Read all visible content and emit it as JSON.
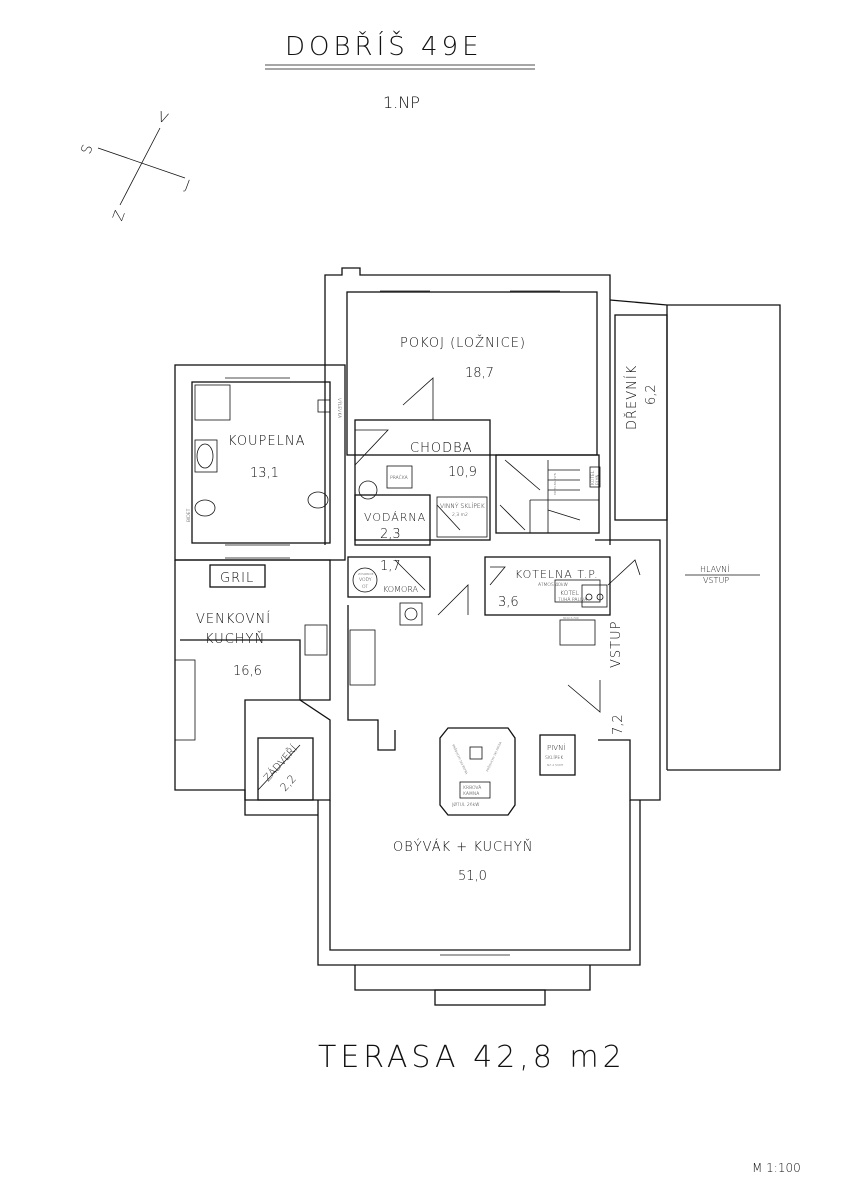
{
  "header": {
    "title": "DOBŘÍŠ 49E",
    "floor": "1.NP"
  },
  "compass": {
    "s": "S",
    "v": "V",
    "j": "J",
    "z": "Z"
  },
  "rooms": {
    "bedroom": {
      "name": "POKOJ (LOŽNICE)",
      "area": "18,7"
    },
    "bathroom": {
      "name": "KOUPELNA",
      "area": "13,1",
      "bidet": "BIDET",
      "sink": "VÝLEVKA"
    },
    "hallway": {
      "name": "CHODBA",
      "area": "10,9",
      "washer": "PRAČKA"
    },
    "water_room": {
      "name": "VODÁRNA",
      "area": "2,3"
    },
    "wine_cellar": {
      "name": "VINNÝ SKLÍPEK",
      "area": "2,3 m2"
    },
    "pantry": {
      "name": "KOMORA",
      "area": "1,7",
      "tank_1": "ZÁSOBNÍK",
      "tank_2": "VODY",
      "tank_3": "OT"
    },
    "boiler_room": {
      "name": "KOTELNA T.P.",
      "area": "3,6",
      "model": "ATMOS 40kW",
      "boiler_1": "KOTEL",
      "boiler_2": "TUHÁ PALIVA",
      "reg": "REGULACE"
    },
    "gas": {
      "boiler_room": "KOTELNA PLYN",
      "boiler_1": "KOTEL",
      "boiler_2": "PLYN"
    },
    "woodshed": {
      "name": "DŘEVNÍK",
      "area": "6,2"
    },
    "entrance": {
      "name": "VSTUP",
      "area": "7,2",
      "main_1": "HLAVNÍ",
      "main_2": "VSTUP"
    },
    "outdoor_kitchen": {
      "grill": "GRIL",
      "name_1": "VENKOVNÍ",
      "name_2": "KUCHYŇ",
      "area": "16,6"
    },
    "vestibule": {
      "name": "ZÁDVEŘÍ",
      "area": "2,2"
    },
    "living": {
      "name": "OBÝVÁK + KUCHYŇ",
      "area": "51,0"
    },
    "beer_cellar": {
      "name_1": "PIVNÍ",
      "name_2": "SKLÍPEK",
      "note": "NA 2 SUDY"
    },
    "stove": {
      "name_1": "KRBOVÁ",
      "name_2": "KAMNA",
      "model": "JØTUL 26kW",
      "vent_1": "PRŮDUCHY DO PATRA",
      "vent_2": "PRŮDUCHY DO PATRA"
    }
  },
  "footer": {
    "terrace": "TERASA 42,8 m2",
    "scale": "M 1:100"
  }
}
